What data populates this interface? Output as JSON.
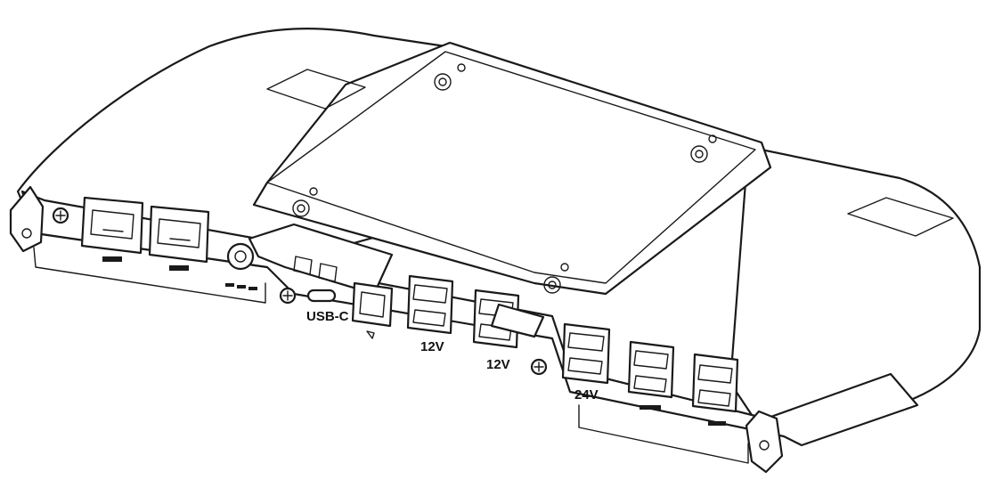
{
  "labels": {
    "usb_c": "USB-C",
    "v12_a": "12V",
    "v12_b": "12V",
    "v24": "24V"
  },
  "colors": {
    "line": "#1a1a1a",
    "fill": "#ffffff"
  }
}
